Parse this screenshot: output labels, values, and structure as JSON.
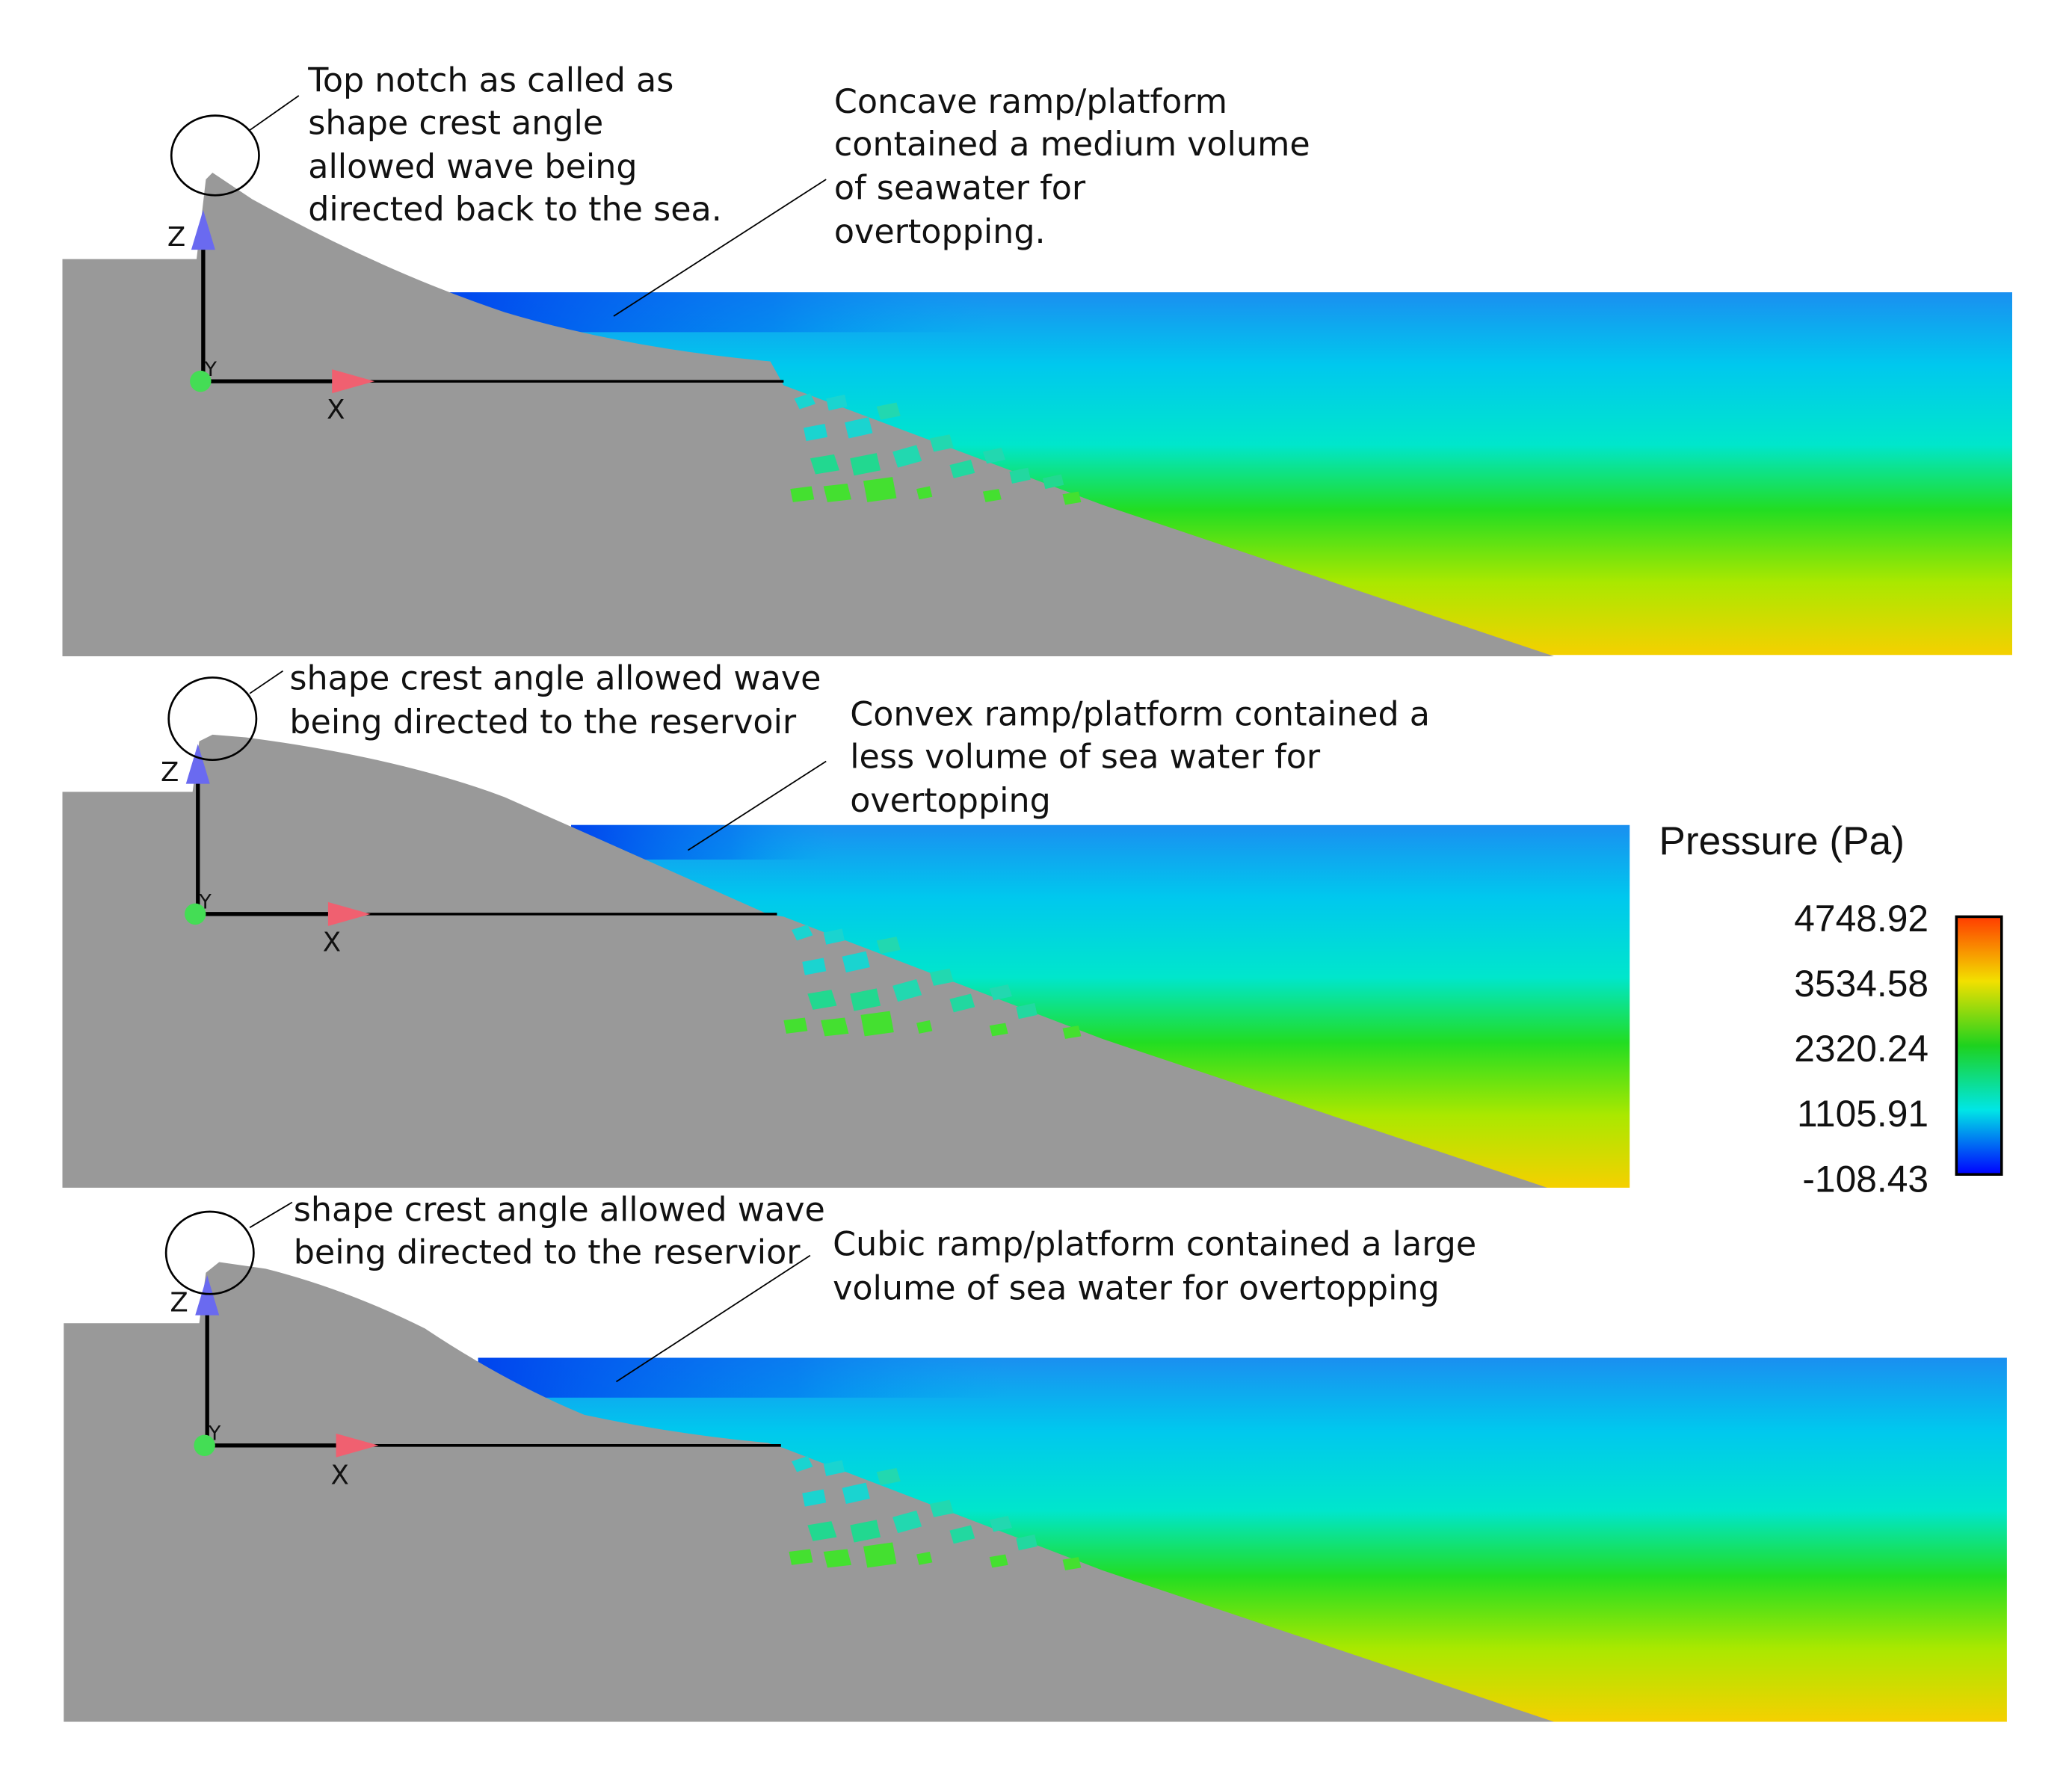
{
  "panels": [
    {
      "id": "concave",
      "notch_note": [
        "Top notch as called as",
        "shape crest angle",
        "allowed wave being",
        "directed back to the sea."
      ],
      "ramp_note": [
        "Concave ramp/platform",
        "contained a medium volume",
        "of seawater for",
        "overtopping."
      ]
    },
    {
      "id": "convex",
      "notch_note": [
        "shape crest angle allowed wave",
        "being directed to the reservoir"
      ],
      "ramp_note": [
        "Convex ramp/platform contained a",
        "less volume of sea water for",
        "overtopping"
      ]
    },
    {
      "id": "cubic",
      "notch_note": [
        "shape crest angle allowed wave",
        "being directed to the reservior"
      ],
      "ramp_note": [
        "Cubic ramp/platform contained a large",
        "volume of sea water for overtopping"
      ]
    }
  ],
  "axes": {
    "x": "X",
    "y": "Y",
    "z": "Z"
  },
  "legend": {
    "title": "Pressure  (Pa)",
    "ticks": [
      "4748.92",
      "3534.58",
      "2320.24",
      "1105.91",
      "-108.43"
    ],
    "colors": [
      "#ff3c00",
      "#f2e000",
      "#1ed21e",
      "#00e6e6",
      "#0000ff"
    ]
  },
  "colors": {
    "structure": "#999999",
    "axis_x": "#f06070",
    "axis_z": "#6a6af0",
    "axis_y": "#44dd55"
  }
}
